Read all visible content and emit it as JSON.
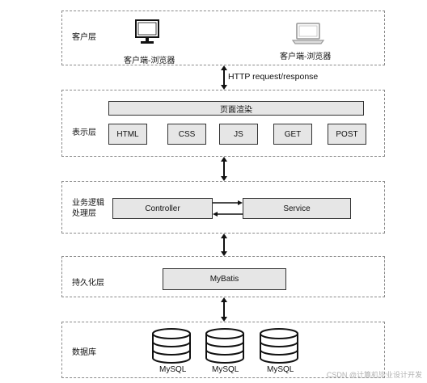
{
  "client_layer": {
    "label": "客户层",
    "desktop_label": "客户端-浏览器",
    "laptop_label": "客户端-浏览器"
  },
  "http_label": "HTTP request/response",
  "presentation_layer": {
    "label": "表示层",
    "render_box": "页面渲染",
    "items": [
      "HTML",
      "CSS",
      "JS",
      "GET",
      "POST"
    ]
  },
  "business_layer": {
    "label_line1": "业务逻辑",
    "label_line2": "处理层",
    "controller": "Controller",
    "service": "Service"
  },
  "persistence_layer": {
    "label": "持久化层",
    "mybatis": "MyBatis"
  },
  "database_layer": {
    "label": "数据库",
    "db_labels": [
      "MySQL",
      "MySQL",
      "MySQL"
    ]
  },
  "watermark": "CSDN @计算机毕业设计开发"
}
